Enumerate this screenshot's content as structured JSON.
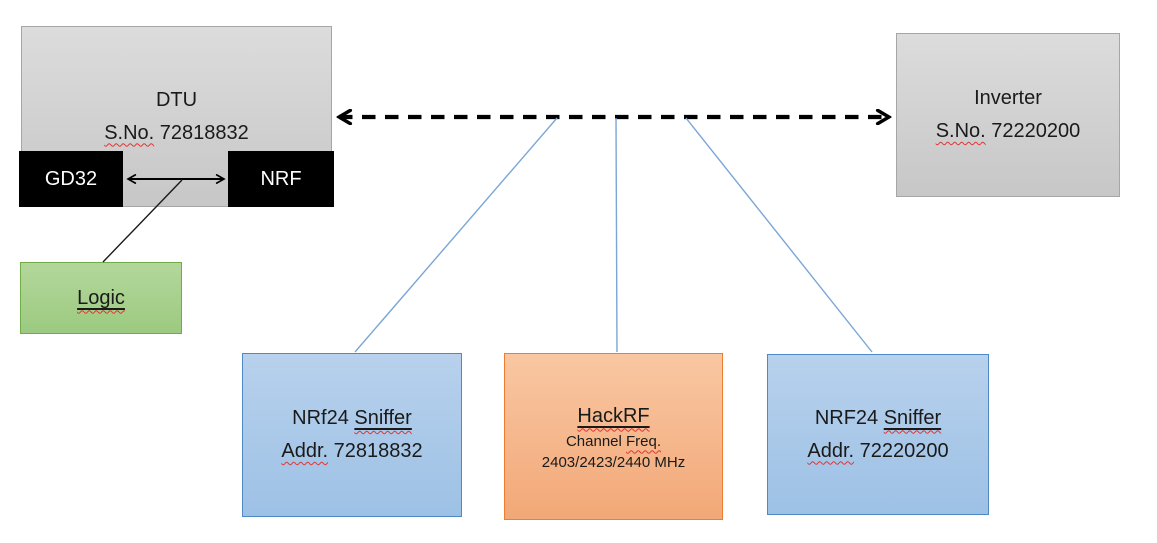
{
  "diagram": {
    "dtu": {
      "name": "DTU",
      "serial_prefix": "S.No.",
      "serial": " 72818832"
    },
    "gd32": {
      "label": "GD32"
    },
    "nrf": {
      "label": "NRF"
    },
    "logic": {
      "label": "Logic"
    },
    "inverter": {
      "name": "Inverter",
      "serial_prefix": "S.No.",
      "serial": " 72220200"
    },
    "sniffer_left": {
      "model": "NRf24 ",
      "type": "Sniffer",
      "addr_prefix": "Addr.",
      "addr": " 72818832"
    },
    "hackrf": {
      "name": "HackRF",
      "channel_word": "Channel ",
      "freq_word": "Freq.",
      "frequencies": "2403/2423/2440 MHz"
    },
    "sniffer_right": {
      "model": "NRF24 ",
      "type": "Sniffer",
      "addr_prefix": "Addr.",
      "addr": " 72220200"
    }
  },
  "colors": {
    "gray_fill": "#d1d1d1",
    "gray_border": "#a6a6a6",
    "chip_black": "#000000",
    "green_fill": "#a9d18e",
    "green_border": "#70ad47",
    "blue_fill": "#aac8e9",
    "blue_border": "#4f88c6",
    "orange_fill": "#f5b183",
    "orange_border": "#ed7d31",
    "connector_blue": "#7aa6d6",
    "arrow_black": "#000000",
    "squiggle_red": "#e03434"
  }
}
